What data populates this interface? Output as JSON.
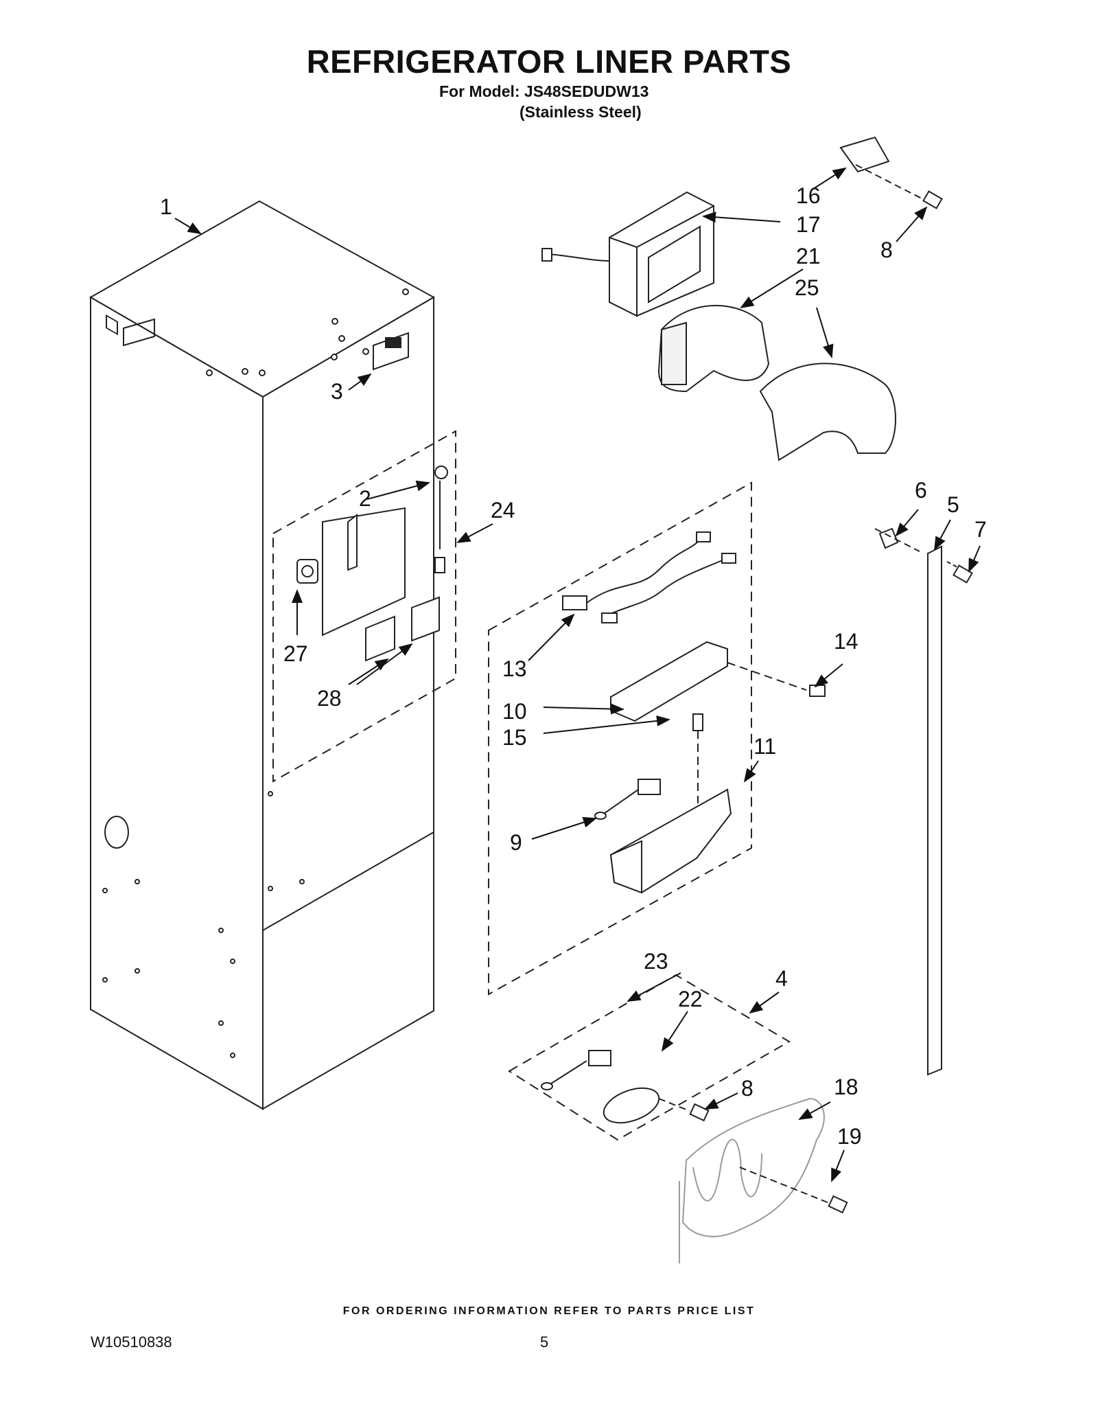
{
  "header": {
    "title": "REFRIGERATOR LINER PARTS",
    "model_line": "For Model: JS48SEDUDW13",
    "finish_line": "(Stainless Steel)"
  },
  "callouts": [
    "1",
    "2",
    "3",
    "4",
    "5",
    "6",
    "7",
    "8",
    "8",
    "9",
    "10",
    "11",
    "13",
    "14",
    "15",
    "16",
    "17",
    "18",
    "19",
    "21",
    "22",
    "23",
    "24",
    "25",
    "27",
    "28"
  ],
  "footer": {
    "ordering_note": "FOR ORDERING INFORMATION REFER TO PARTS PRICE LIST",
    "doc_number": "W10510838",
    "page_number": "5"
  }
}
